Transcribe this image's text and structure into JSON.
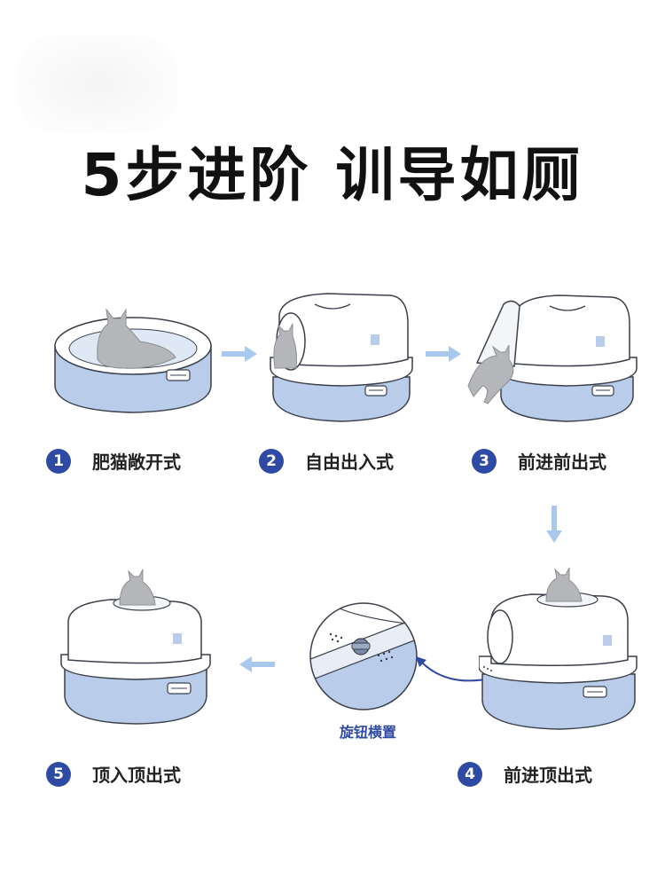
{
  "title": "5步进阶 训导如厕",
  "steps": [
    {
      "num": "1",
      "label": "肥猫敞开式"
    },
    {
      "num": "2",
      "label": "自由出入式"
    },
    {
      "num": "3",
      "label": "前进前出式"
    },
    {
      "num": "4",
      "label": "前进顶出式"
    },
    {
      "num": "5",
      "label": "顶入顶出式"
    }
  ],
  "knob_label": "旋钮横置",
  "colors": {
    "accent": "#2f4aa3",
    "arrow": "#a9c8ee",
    "base_blue": "#b9cdea",
    "outline": "#3a3f4a",
    "cat": "#b4b6ba"
  }
}
